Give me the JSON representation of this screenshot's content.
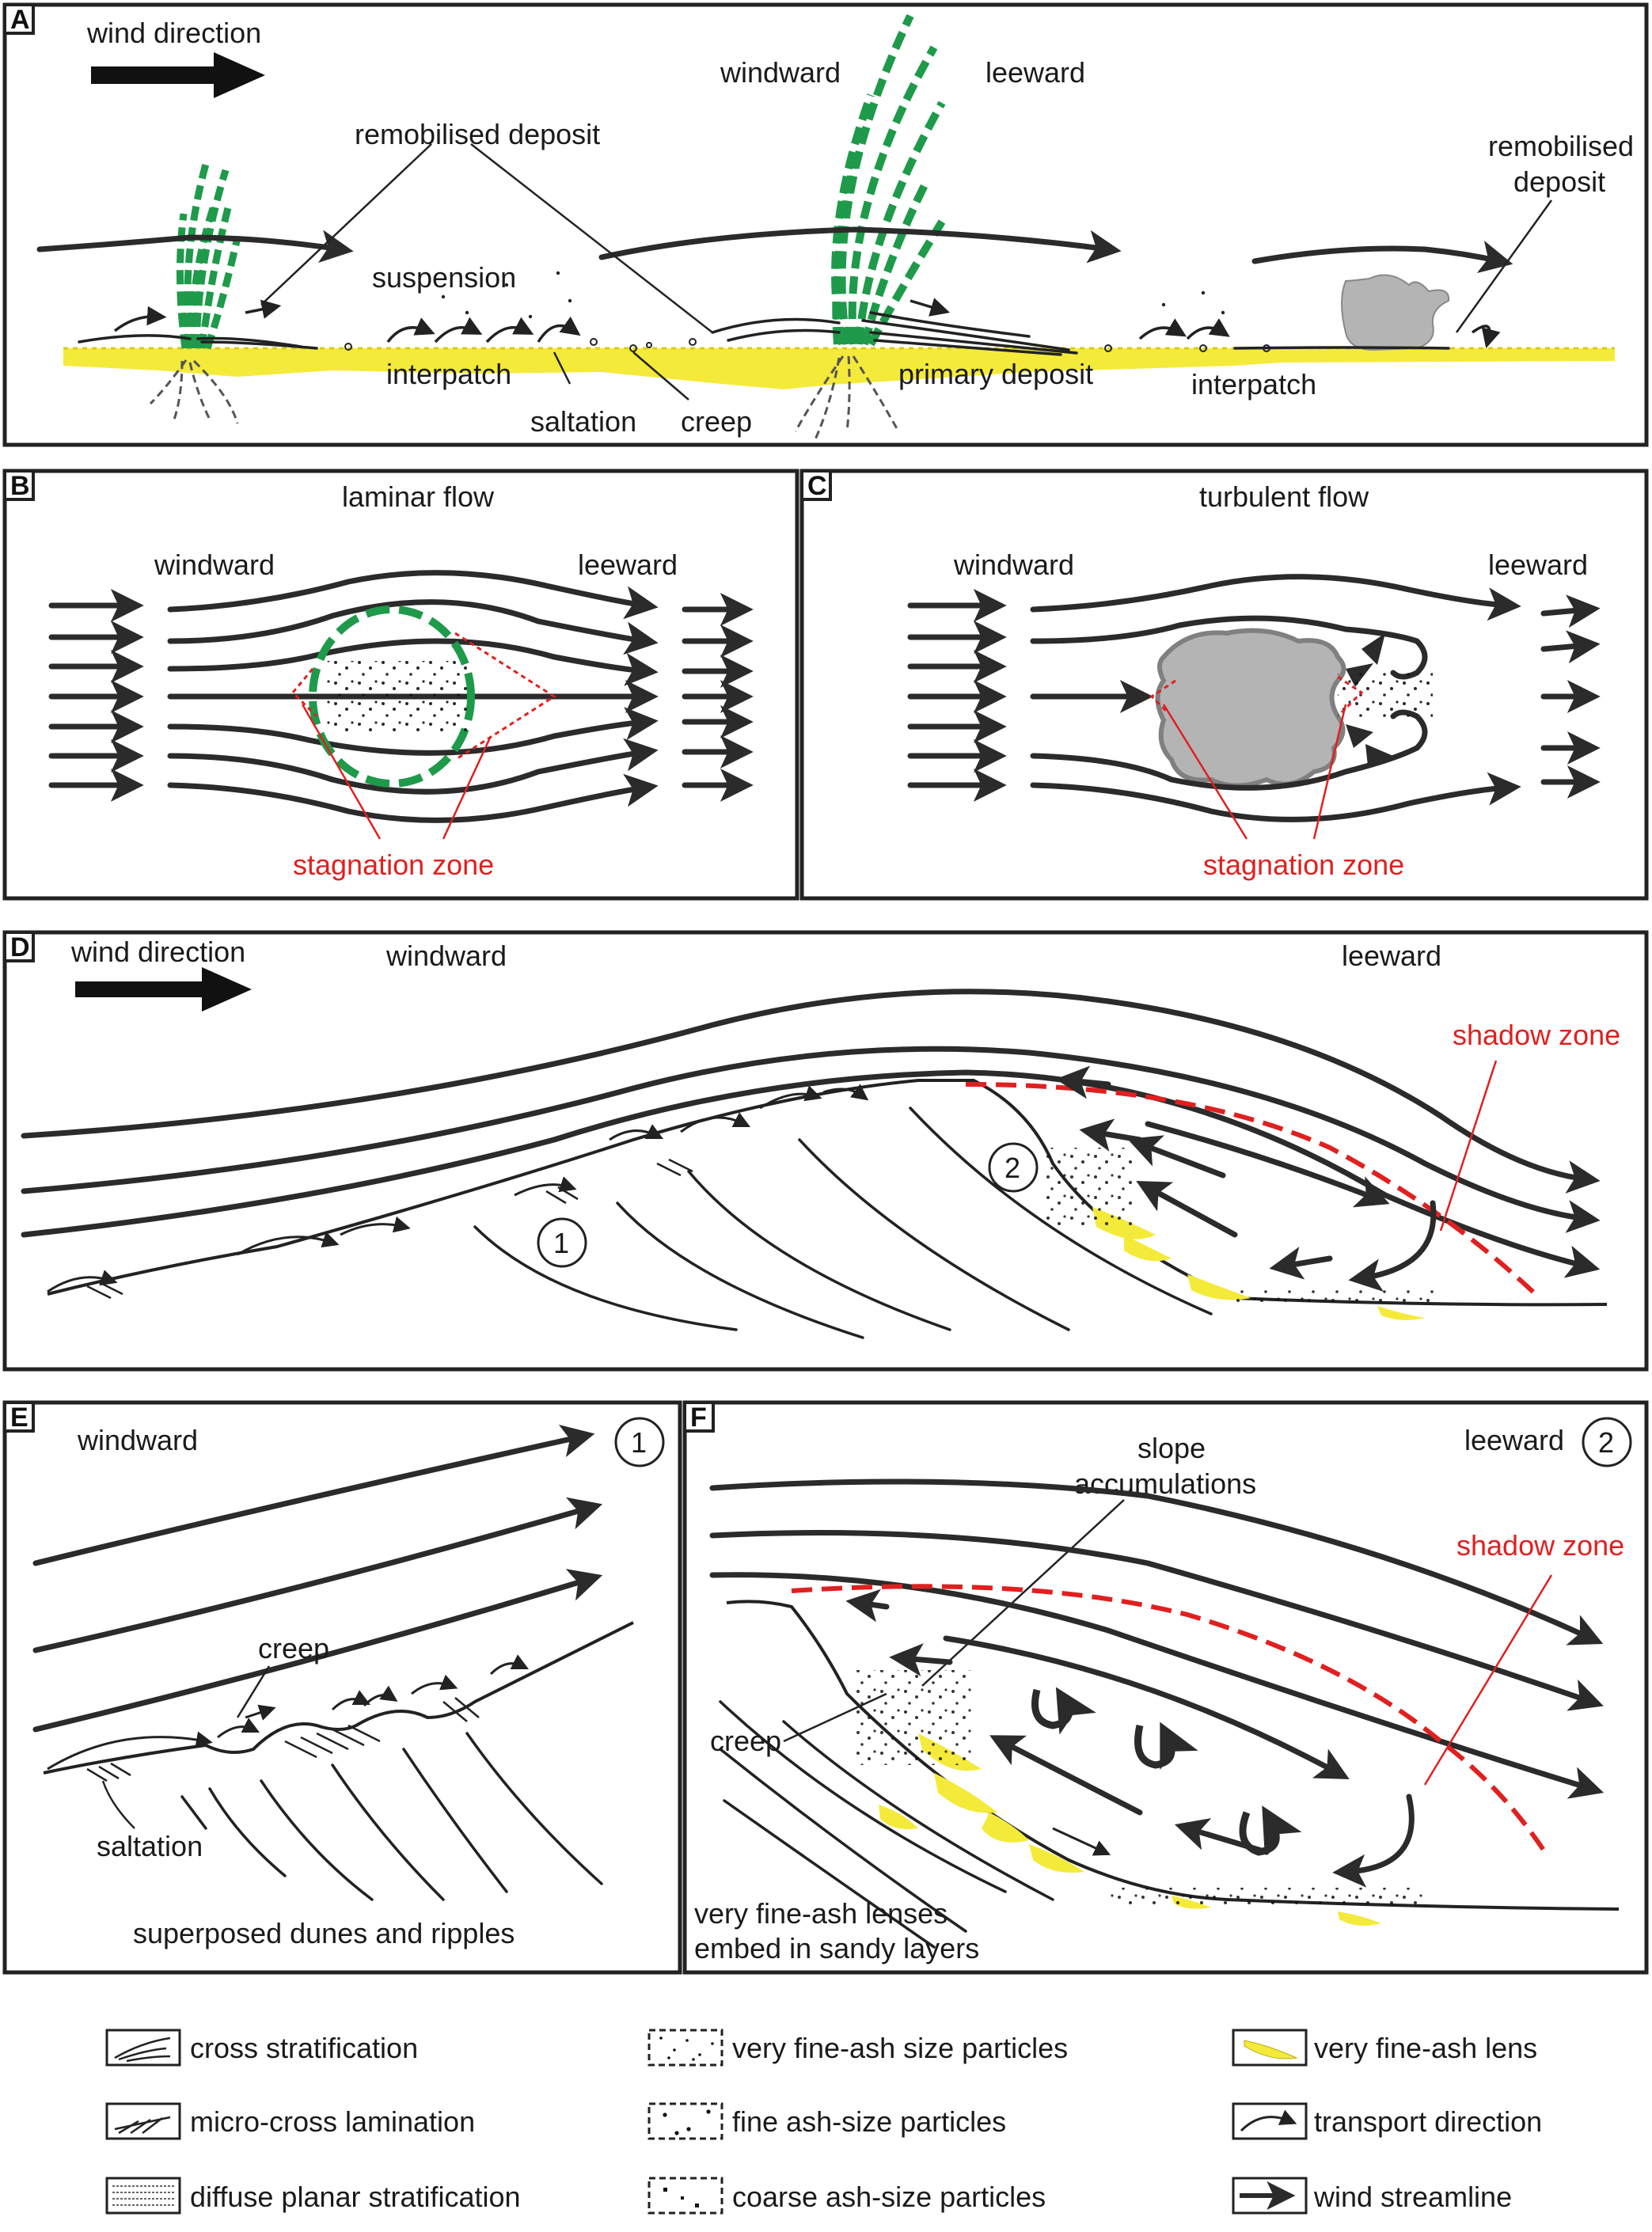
{
  "panel_a": {
    "letter": "A",
    "wind_direction": "wind direction",
    "windward": "windward",
    "leeward": "leeward",
    "remobilised_deposit_1": "remobilised deposit",
    "remobilised_deposit_2a": "remobilised",
    "remobilised_deposit_2b": "deposit",
    "suspension": "suspension",
    "interpatch_1": "interpatch",
    "saltation": "saltation",
    "creep": "creep",
    "primary_deposit": "primary deposit",
    "interpatch_2": "interpatch"
  },
  "panel_b": {
    "letter": "B",
    "title": "laminar flow",
    "windward": "windward",
    "leeward": "leeward",
    "stagnation_zone": "stagnation zone"
  },
  "panel_c": {
    "letter": "C",
    "title": "turbulent flow",
    "windward": "windward",
    "leeward": "leeward",
    "stagnation_zone": "stagnation zone"
  },
  "panel_d": {
    "letter": "D",
    "wind_direction": "wind direction",
    "windward": "windward",
    "leeward": "leeward",
    "shadow_zone": "shadow zone",
    "marker_1": "1",
    "marker_2": "2"
  },
  "panel_e": {
    "letter": "E",
    "windward": "windward",
    "marker": "1",
    "creep": "creep",
    "saltation": "saltation",
    "caption": "superposed dunes and ripples"
  },
  "panel_f": {
    "letter": "F",
    "leeward": "leeward",
    "marker": "2",
    "slope_accumulations_a": "slope",
    "slope_accumulations_b": "accumulations",
    "shadow_zone": "shadow zone",
    "creep": "creep",
    "lenses_a": "very fine-ash lenses",
    "lenses_b": "embed in sandy layers"
  },
  "legend": [
    {
      "label": "cross stratification",
      "icon": "cross-stratification-icon"
    },
    {
      "label": "micro-cross lamination",
      "icon": "micro-cross-lamination-icon"
    },
    {
      "label": "diffuse planar stratification",
      "icon": "diffuse-planar-stratification-icon"
    },
    {
      "label": "very fine-ash size particles",
      "icon": "very-fine-ash-particles-icon"
    },
    {
      "label": "fine ash-size particles",
      "icon": "fine-ash-particles-icon"
    },
    {
      "label": "coarse ash-size particles",
      "icon": "coarse-ash-particles-icon"
    },
    {
      "label": "very fine-ash lens",
      "icon": "very-fine-ash-lens-icon"
    },
    {
      "label": "transport direction",
      "icon": "transport-direction-icon"
    },
    {
      "label": "wind streamline",
      "icon": "wind-streamline-icon"
    }
  ],
  "colors": {
    "vegetation": "#1e9a4a",
    "deposit_yellow": "#f4ea3a",
    "obstacle_grey": "#b4b4b4",
    "annotation_red": "#e02020",
    "ink": "#222222"
  }
}
